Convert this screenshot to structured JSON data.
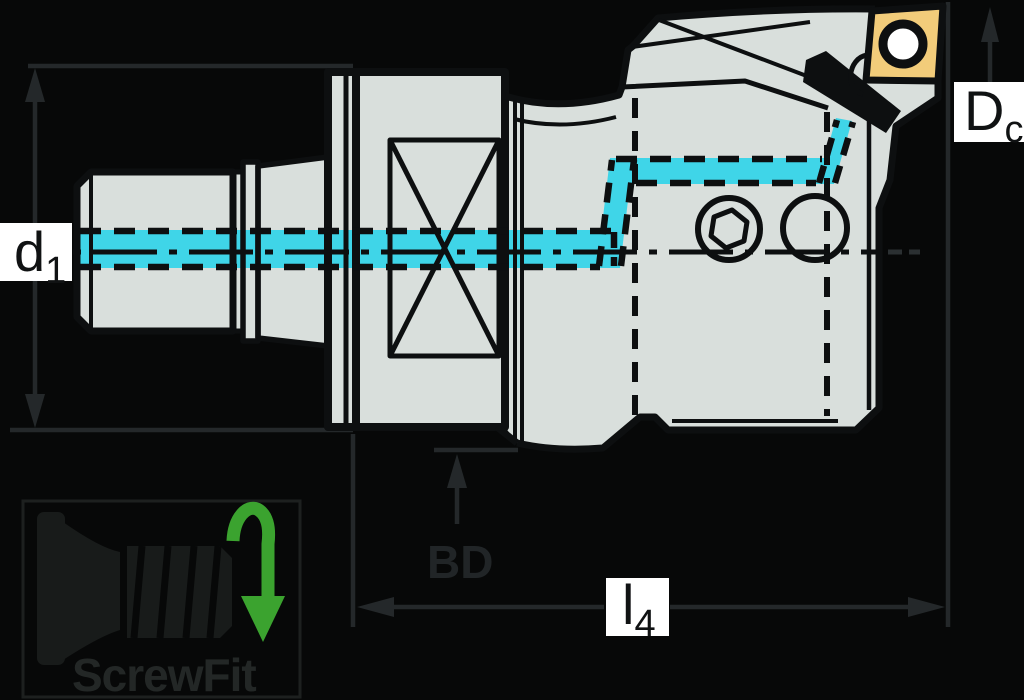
{
  "diagram": {
    "description": "Technical cross-section drawing of a ScrewFit boring / turning tool with coolant channels, indexable insert and dimension callouts"
  },
  "labels": {
    "d1": {
      "base": "d",
      "sub": "1"
    },
    "Dc": {
      "base": "D",
      "sub": "c"
    },
    "l4": {
      "base": "l",
      "sub": "4"
    },
    "bd": {
      "text": "BD"
    }
  },
  "logo": {
    "text": "ScrewFit"
  },
  "colors": {
    "background": "#070808",
    "body_fill": "#d9dfdc",
    "outline": "#0d0f10",
    "coolant_cyan": "#3fd5e8",
    "insert_gold": "#f2cc7a",
    "insert_hole": "#ffffff",
    "dimension_gray": "#24282a",
    "label_box": "#ffffff",
    "label_text": "#101213",
    "logo_dark": "#181b1a",
    "logo_text": "#232726",
    "logo_green": "#3ba32f",
    "bd_text": "#212527"
  }
}
